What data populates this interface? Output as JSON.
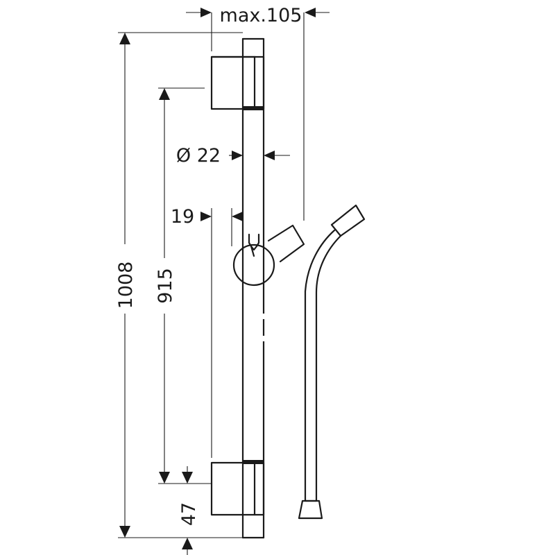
{
  "dimensions": {
    "max_projection": "max.105",
    "rail_diameter": "Ø 22",
    "wall_offset": "19",
    "total_height": "1008",
    "bracket_centers": "915",
    "bracket_height": "47"
  },
  "colors": {
    "line": "#1a1a1a",
    "background": "#ffffff"
  }
}
